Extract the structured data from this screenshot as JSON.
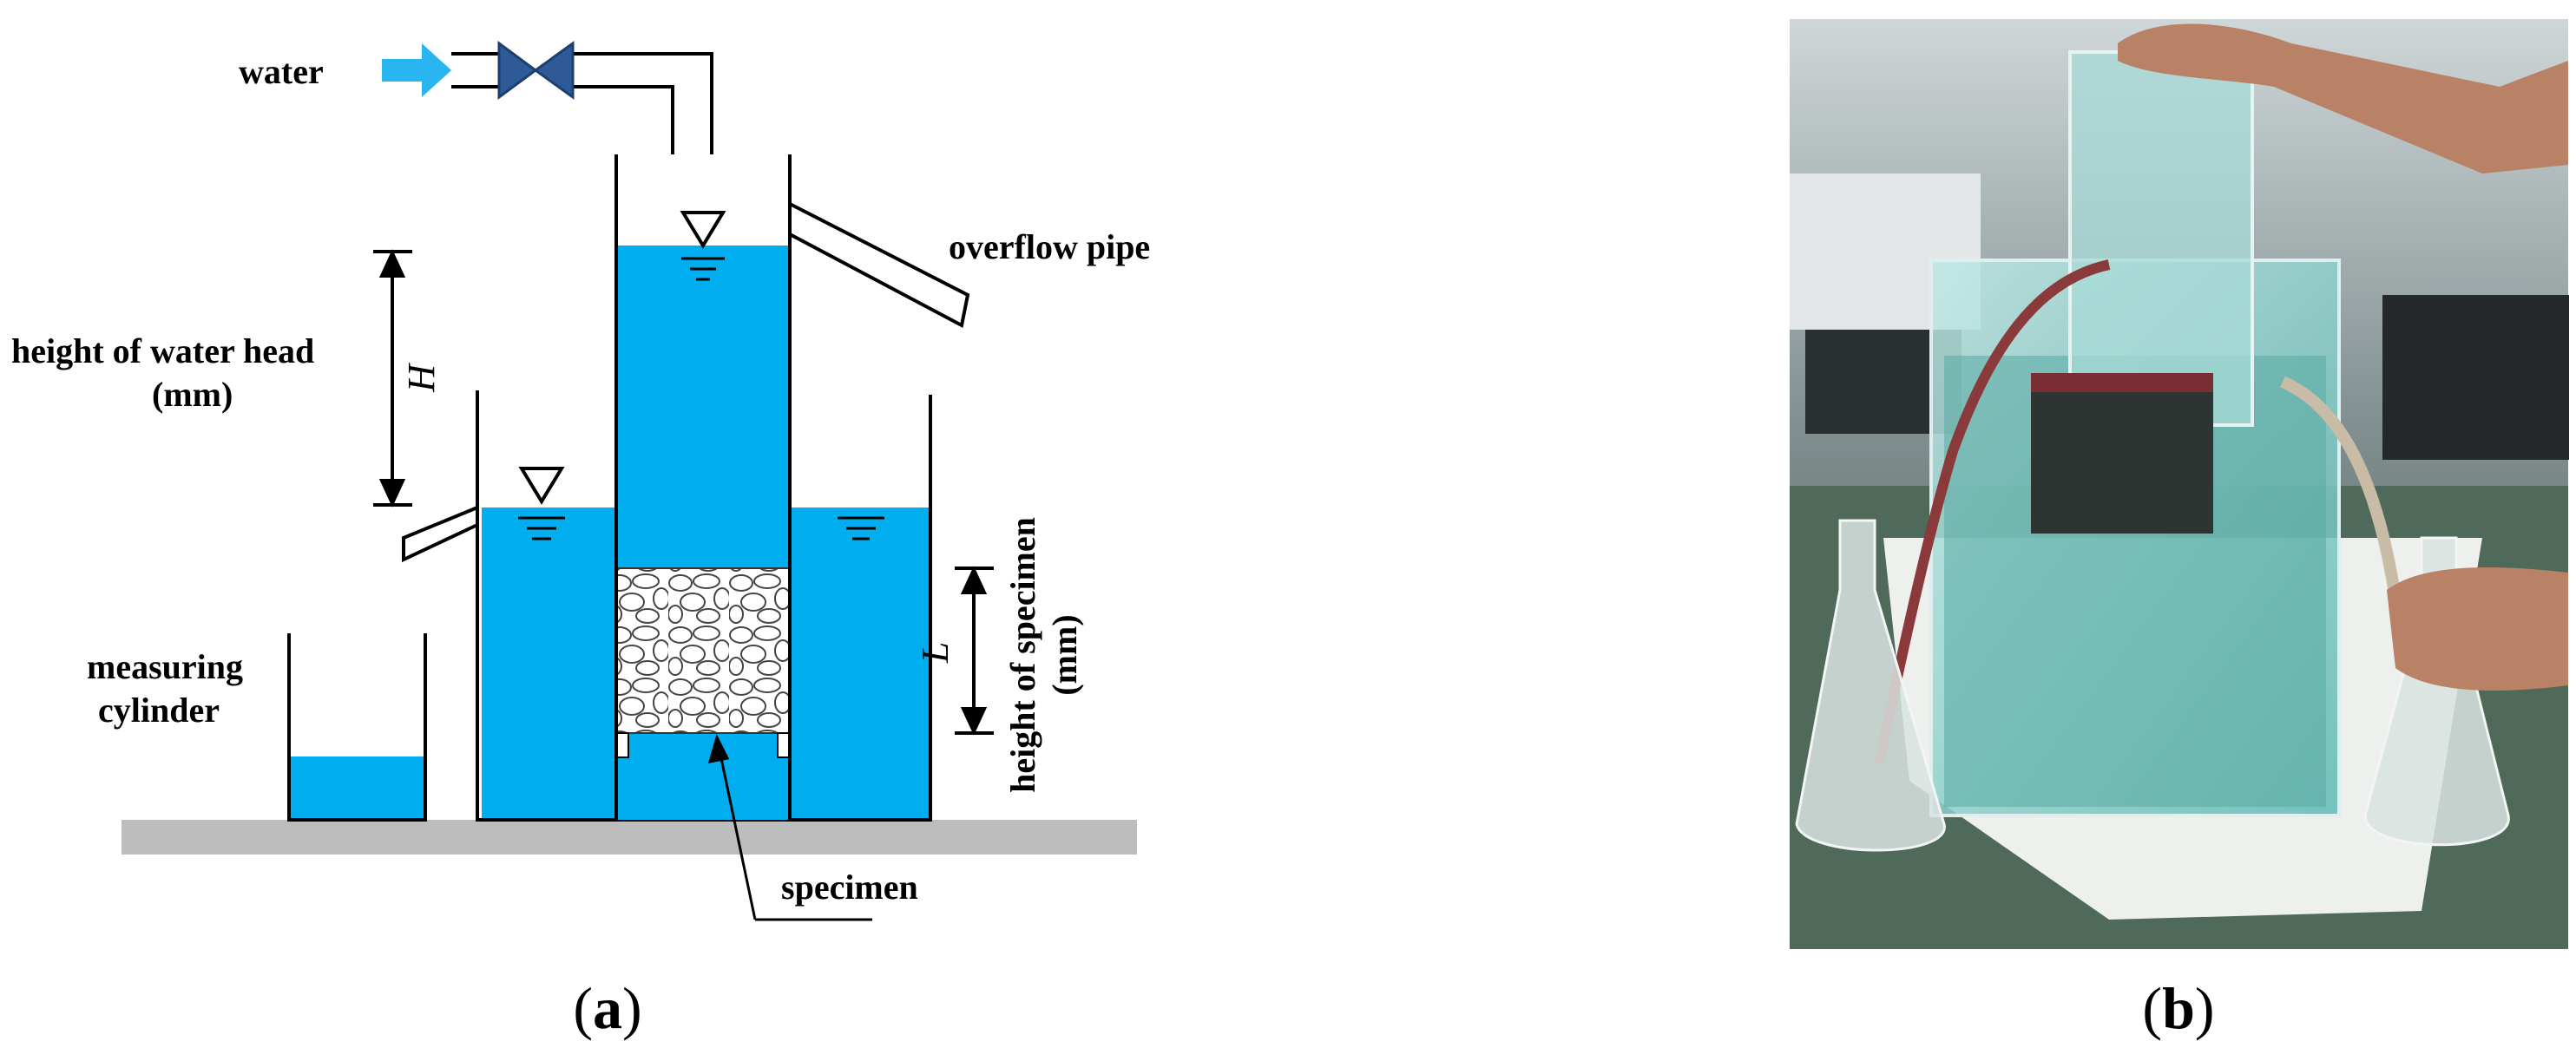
{
  "panel_a": {
    "labels": {
      "water": "water",
      "overflow_pipe": "overflow pipe",
      "head_line1": "height of water head",
      "head_line2": "(mm)",
      "head_symbol": "H",
      "measuring_line1": "measuring",
      "measuring_line2": "cylinder",
      "specimen_height_line1": "height of specimen",
      "specimen_height_line2": "(mm)",
      "length_symbol": "L",
      "specimen": "specimen"
    },
    "caption": {
      "open": "(",
      "letter": "a",
      "close": ")"
    }
  },
  "panel_b": {
    "caption": {
      "open": "(",
      "letter": "b",
      "close": ")"
    }
  },
  "colors": {
    "water": "#00aeef",
    "arrow": "#29b6f0",
    "valve": "#2e5b97",
    "floor": "#bdbdbd"
  }
}
